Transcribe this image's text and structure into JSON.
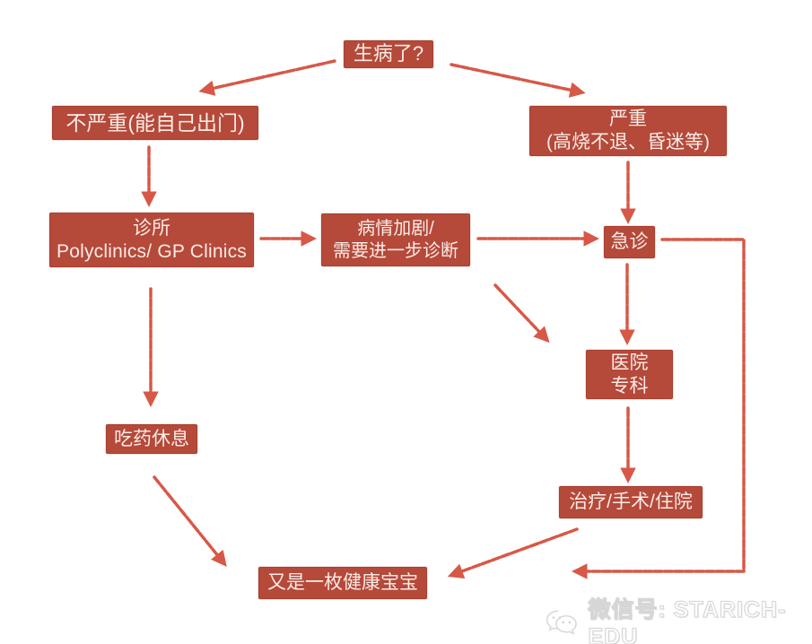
{
  "colors": {
    "bg": "#ffffff",
    "box-bg": "#b5493a",
    "box-border": "#a8402f",
    "box-text": "#f9ece6",
    "arrow": "#d5503e",
    "watermark": "#d6d6d6"
  },
  "nodes": {
    "sick": {
      "lines": [
        "生病了?"
      ]
    },
    "not_serious": {
      "lines": [
        "不严重(能自己出门)"
      ]
    },
    "serious": {
      "lines": [
        "严重",
        "(高烧不退、昏迷等)"
      ]
    },
    "clinic": {
      "lines": [
        "诊所",
        "Polyclinics/ GP Clinics"
      ]
    },
    "worsen": {
      "lines": [
        "病情加剧/",
        "需要进一步诊断"
      ]
    },
    "emergency": {
      "lines": [
        "急诊"
      ]
    },
    "specialist": {
      "lines": [
        "医院",
        "专科"
      ]
    },
    "rest": {
      "lines": [
        "吃药休息"
      ]
    },
    "treatment": {
      "lines": [
        "治疗/手术/住院"
      ]
    },
    "healthy": {
      "lines": [
        "又是一枚健康宝宝"
      ]
    }
  },
  "watermark": {
    "icon": "wechat-logo",
    "label": "微信号: STARICH-EDU"
  }
}
